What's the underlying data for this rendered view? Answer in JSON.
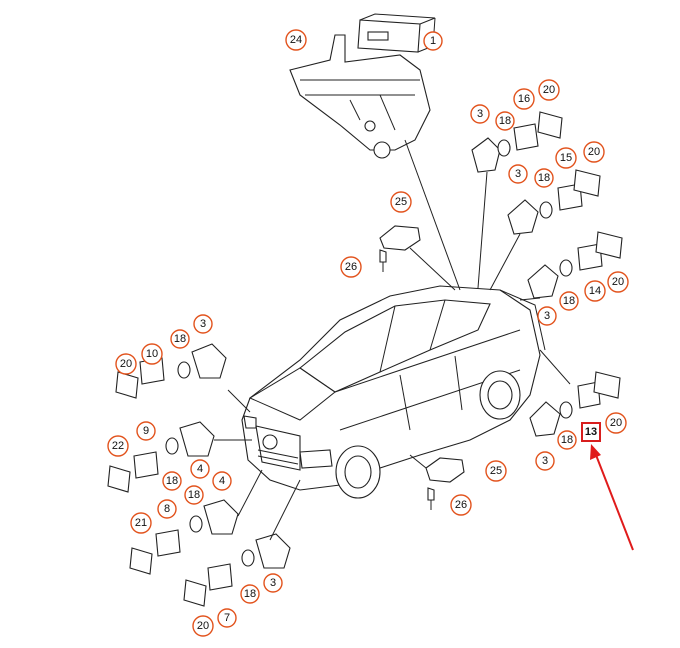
{
  "diagram": {
    "callouts": [
      {
        "label": "24"
      },
      {
        "label": "1"
      },
      {
        "label": "3"
      },
      {
        "label": "18"
      },
      {
        "label": "16"
      },
      {
        "label": "20"
      },
      {
        "label": "3"
      },
      {
        "label": "18"
      },
      {
        "label": "15"
      },
      {
        "label": "20"
      },
      {
        "label": "25"
      },
      {
        "label": "26"
      },
      {
        "label": "3"
      },
      {
        "label": "18"
      },
      {
        "label": "14"
      },
      {
        "label": "20"
      },
      {
        "label": "20"
      },
      {
        "label": "10"
      },
      {
        "label": "18"
      },
      {
        "label": "3"
      },
      {
        "label": "22"
      },
      {
        "label": "9"
      },
      {
        "label": "18"
      },
      {
        "label": "4"
      },
      {
        "label": "21"
      },
      {
        "label": "8"
      },
      {
        "label": "18"
      },
      {
        "label": "4"
      },
      {
        "label": "20"
      },
      {
        "label": "7"
      },
      {
        "label": "18"
      },
      {
        "label": "3"
      },
      {
        "label": "3"
      },
      {
        "label": "18"
      },
      {
        "label": "20"
      },
      {
        "label": "25"
      },
      {
        "label": "26"
      }
    ],
    "highlighted": {
      "label": "13",
      "box_color": "#d81e1e"
    },
    "arrow_color": "#e01b1b",
    "callout_ring_color": "#e2531d"
  }
}
